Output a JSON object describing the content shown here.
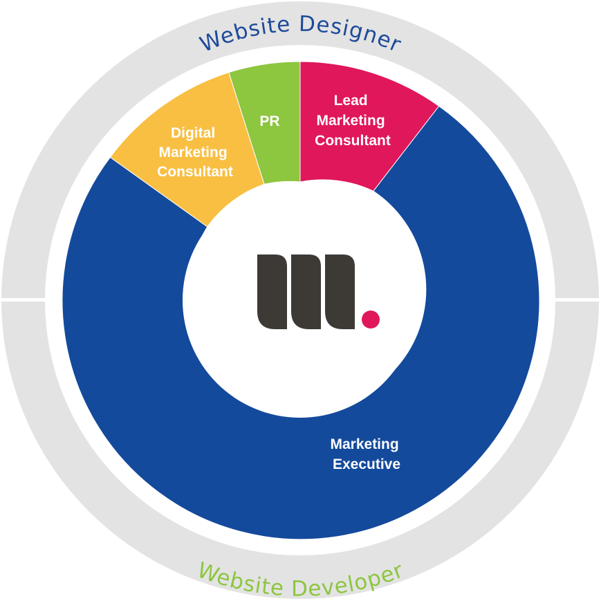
{
  "colors": {
    "ring": "#e3e3e3",
    "ring_divider": "#ffffff",
    "marketing_executive": "#144a9c",
    "lead_marketing_consultant": "#e0175a",
    "pr": "#8dc63f",
    "digital_marketing_consultant": "#f8bf43",
    "center": "#ffffff",
    "logo_dark": "#3d3935",
    "logo_dot": "#e0175a",
    "ring_label_top": "#1d4a9a",
    "ring_label_bottom": "#8dc63f"
  },
  "ring_labels": {
    "top": "Website Designer",
    "bottom": "Website Developer"
  },
  "segments": [
    {
      "id": "marketing_executive",
      "lines": [
        "Marketing",
        "Executive"
      ],
      "share": 0.7
    },
    {
      "id": "digital_marketing_consultant",
      "lines": [
        "Digital",
        "Marketing",
        "Consultant"
      ],
      "share": 0.11
    },
    {
      "id": "pr",
      "lines": [
        "PR"
      ],
      "share": 0.05
    },
    {
      "id": "lead_marketing_consultant",
      "lines": [
        "Lead",
        "Marketing",
        "Consultant"
      ],
      "share": 0.1
    }
  ],
  "logo": {
    "name": "m-logo"
  }
}
